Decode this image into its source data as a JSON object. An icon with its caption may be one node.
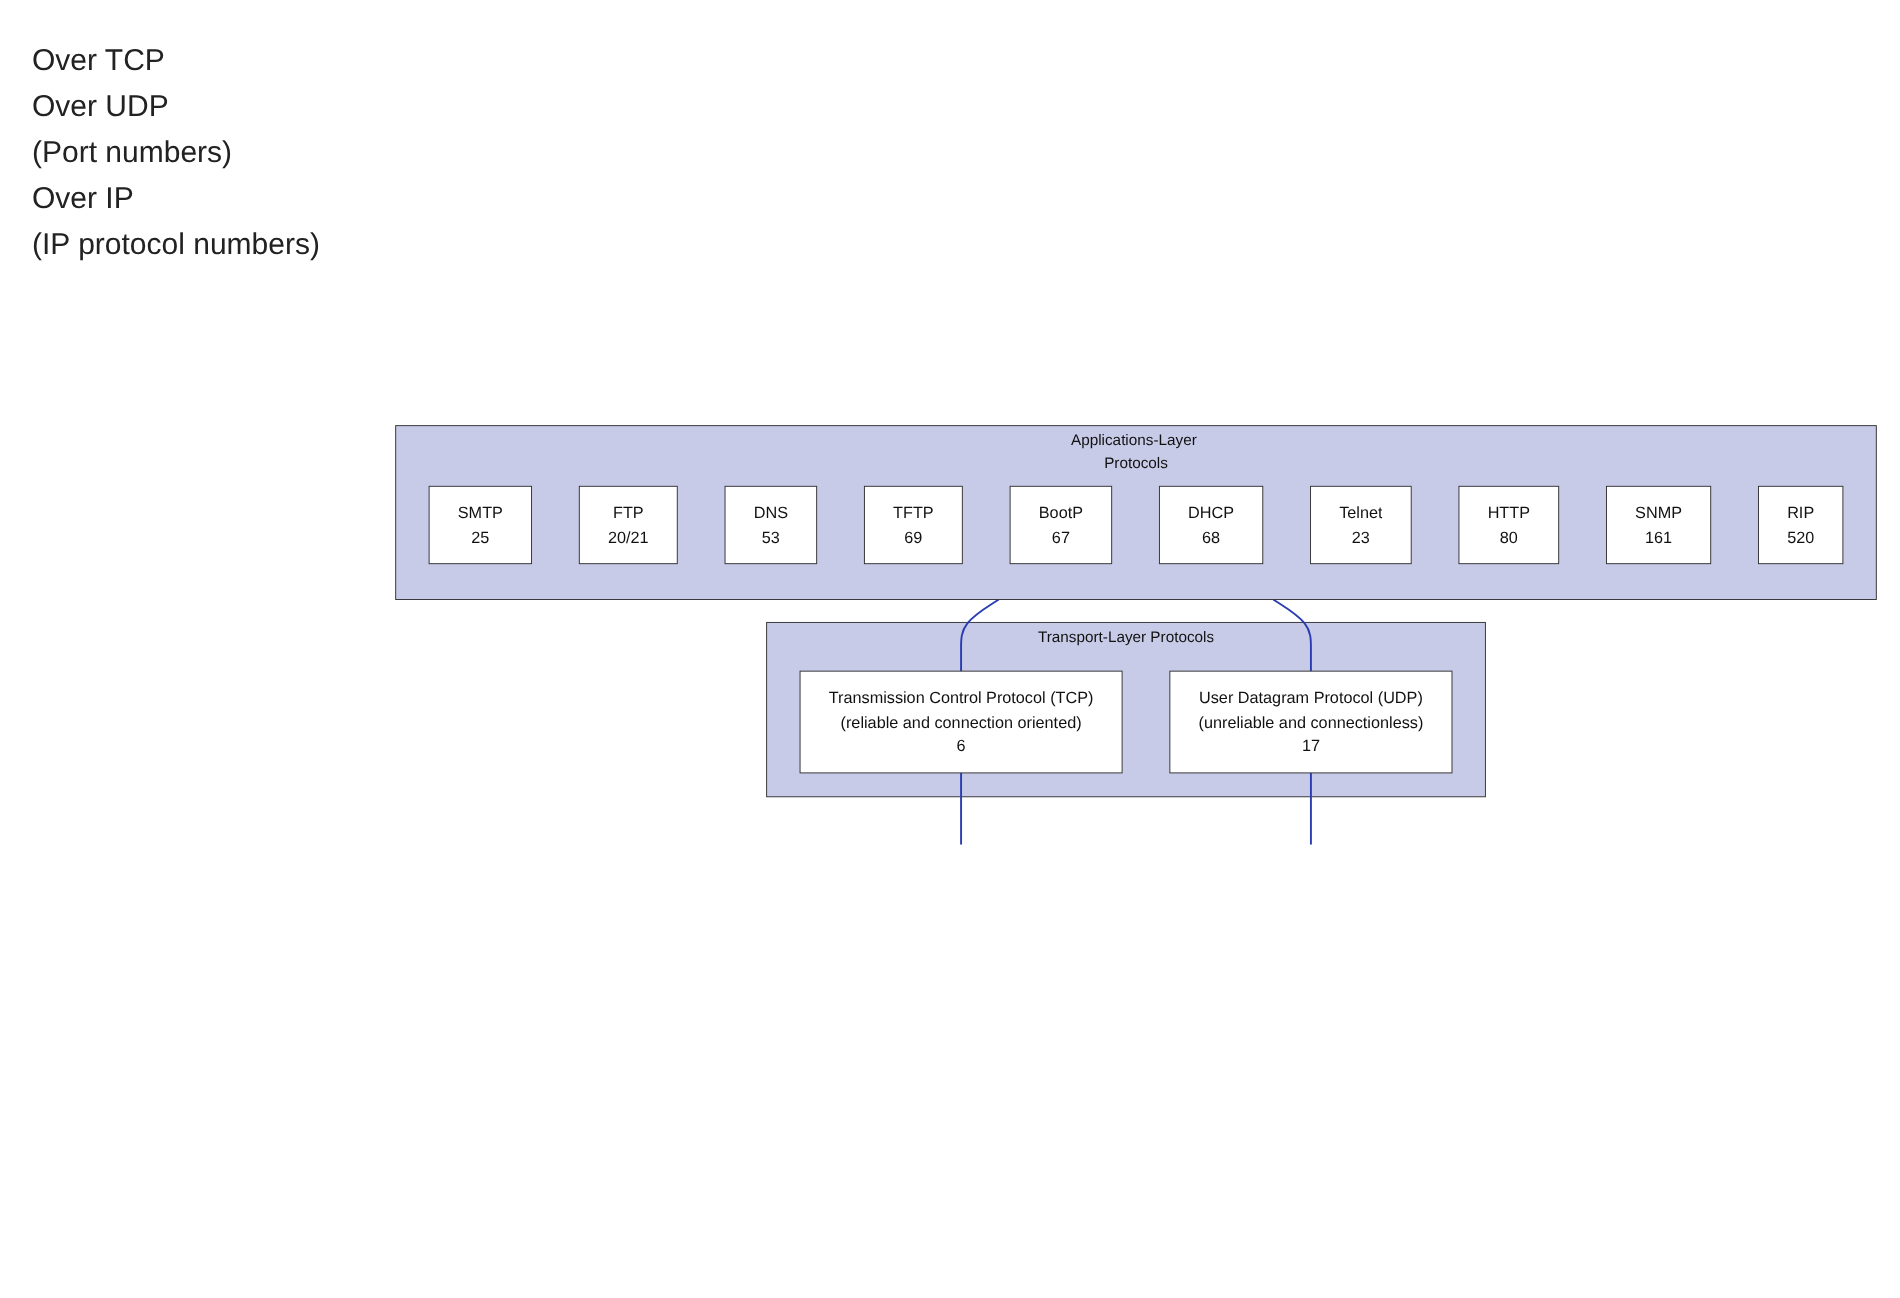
{
  "diagram": {
    "nodes": [
      {
        "text": [
          "Applications-Layer Protocols"
        ]
      },
      {
        "text": [
          "SMTP",
          "25"
        ],
        "in": 0
      },
      {
        "text": [
          "FTP",
          "20/21"
        ],
        "in": 0
      },
      {
        "text": [
          "DNS",
          "53"
        ],
        "in": 0
      },
      {
        "text": [
          "TFTP",
          "69"
        ],
        "in": 0
      },
      {
        "text": [
          "BootP",
          "67"
        ],
        "in": 0
      },
      {
        "text": [
          "DHCP",
          "68"
        ],
        "in": 0
      },
      {
        "text": [
          "Telnet",
          "23"
        ],
        "in": 0
      },
      {
        "text": [
          "HTTP",
          "80"
        ],
        "in": 0
      },
      {
        "text": [
          "SNMP",
          "161"
        ],
        "in": 0
      },
      {
        "text": [
          "RIP",
          "520"
        ],
        "in": 0
      },
      {
        "text": [
          "Transport-Layer Protocols"
        ]
      },
      {
        "text": [
          "Transmission Control Protocol (TCP)",
          "(reliable and connection oriented)",
          "6"
        ],
        "in": 11
      },
      {
        "text": [
          "User Datagram Protocol (UDP)",
          "(unreliable and connectionless)",
          "17"
        ],
        "in": 11
      }
    ],
    "edges": [
      {
        "from": 0,
        "to": 12,
        "arrow": "none"
      },
      {
        "from": 0,
        "to": 13,
        "arrow": "none"
      },
      {
        "from": 12,
        "to": null,
        "arrow": "none"
      },
      {
        "from": 13,
        "to": null,
        "arrow": "none"
      }
    ],
    "labels": [
      "Over TCP",
      "Over UDP",
      "(Port numbers)",
      "Over IP",
      "(IP protocol numbers)"
    ]
  }
}
